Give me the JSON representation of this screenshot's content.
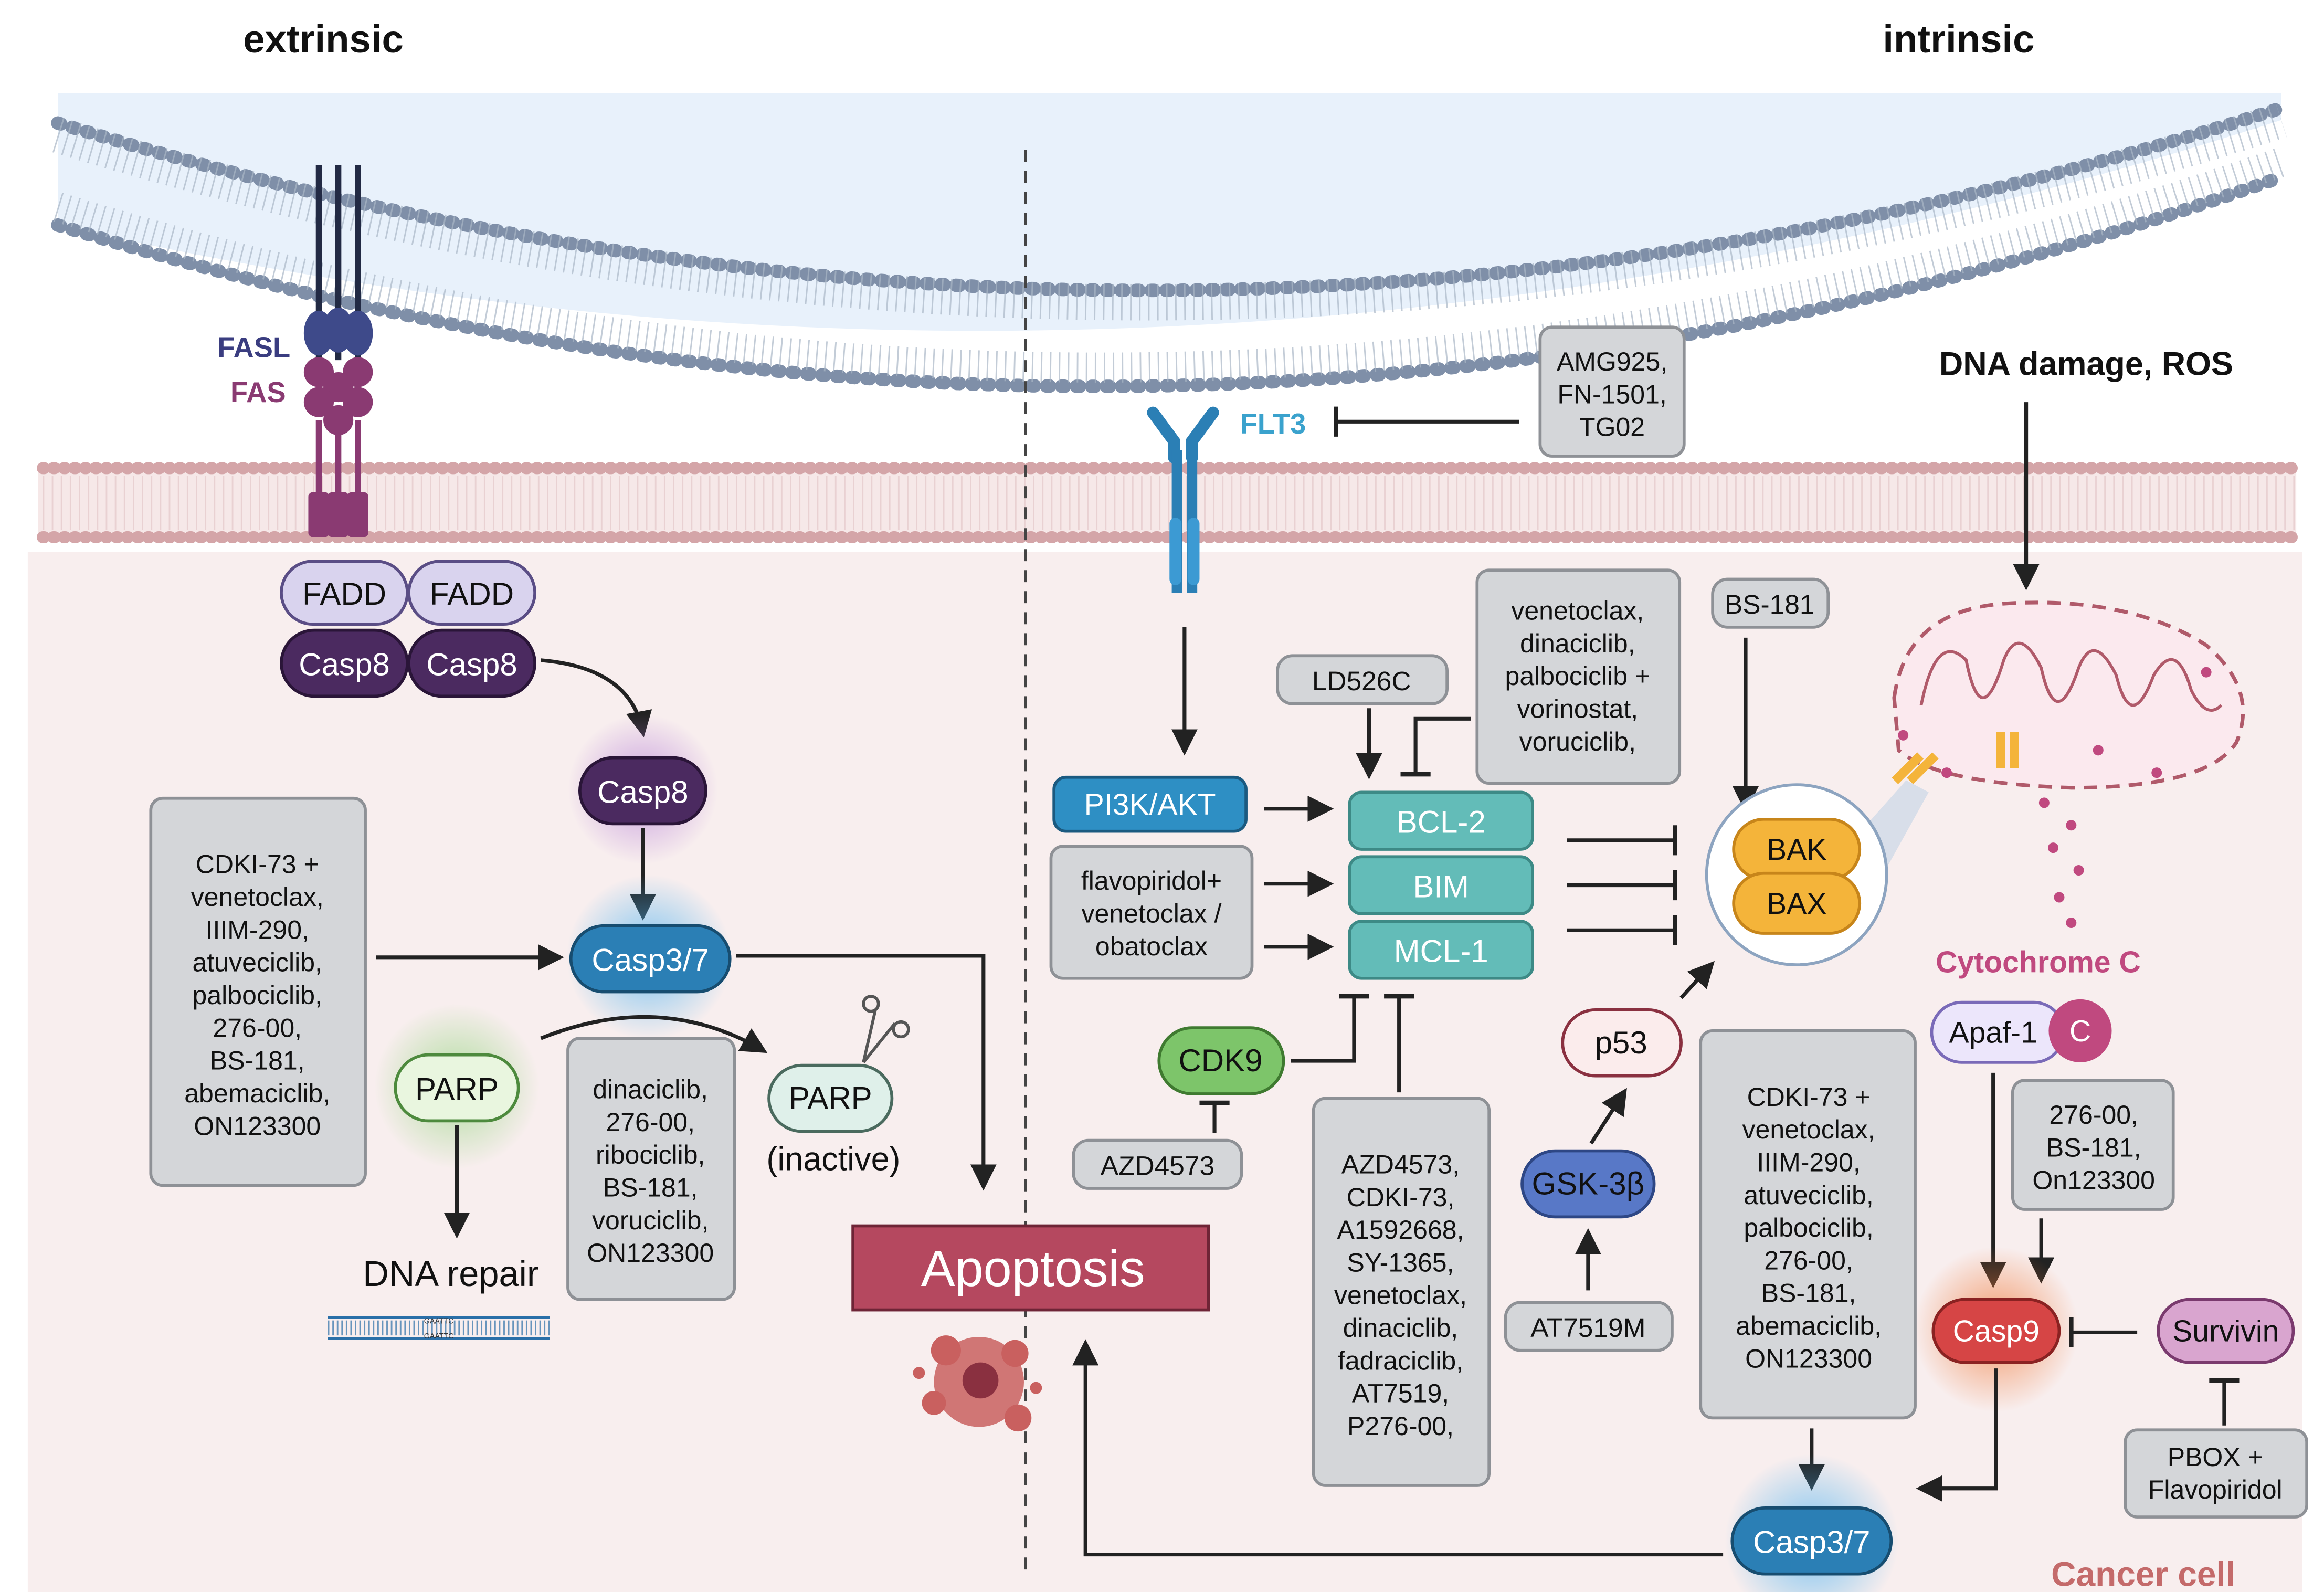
{
  "headers": {
    "extrinsic": "extrinsic",
    "intrinsic": "intrinsic"
  },
  "labels": {
    "fasl": "FASL",
    "fas": "FAS",
    "flt3": "FLT3",
    "dna_damage": "DNA damage, ROS",
    "cytochrome_c": "Cytochrome C",
    "cancer_cell": "Cancer cell",
    "dna_repair": "DNA repair",
    "parp_inactive": "(inactive)",
    "dna_seq": "GAATTC"
  },
  "nodes": {
    "fadd_1": "FADD",
    "fadd_2": "FADD",
    "casp8_1": "Casp8",
    "casp8_2": "Casp8",
    "casp8_active": "Casp8",
    "casp37_left": "Casp3/7",
    "parp": "PARP",
    "parp_cleaved": "PARP",
    "apoptosis": "Apoptosis",
    "pi3k_akt": "PI3K/AKT",
    "bcl2": "BCL-2",
    "bim": "BIM",
    "mcl1": "MCL-1",
    "cdk9": "CDK9",
    "p53": "p53",
    "gsk3b": "GSK-3β",
    "bak": "BAK",
    "bax": "BAX",
    "apaf1": "Apaf-1",
    "c": "C",
    "casp9": "Casp9",
    "survivin": "Survivin",
    "casp37_right": "Casp3/7"
  },
  "drug_boxes": {
    "extrinsic_combo": [
      "CDKI-73 +",
      "venetoclax,",
      "IIIM-290,",
      "atuveciclib,",
      "palbociclib,",
      "276-00,",
      "BS-181,",
      "abemaciclib,",
      "ON123300"
    ],
    "parp_inhib": [
      "dinaciclib,",
      "276-00,",
      "ribociclib,",
      "BS-181,",
      "voruciclib,",
      "ON123300"
    ],
    "flt3_inhib": [
      "AMG925,",
      "FN-1501,",
      "TG02"
    ],
    "ld526c": [
      "LD526C"
    ],
    "bcl2_inhib": [
      "venetoclax,",
      "dinaciclib,",
      "palbociclib +",
      "vorinostat,",
      "voruciclib,"
    ],
    "bs181": [
      "BS-181"
    ],
    "flavo": [
      "flavopiridol+",
      "venetoclax /",
      "obatoclax"
    ],
    "azd4573_small": [
      "AZD4573"
    ],
    "mcl1_inhib": [
      "AZD4573,",
      "CDKI-73,",
      "A1592668,",
      "SY-1365,",
      "venetoclax,",
      "dinaciclib,",
      "fadraciclib,",
      "AT7519,",
      "P276-00,"
    ],
    "at7519m": [
      "AT7519M"
    ],
    "intrinsic_combo": [
      "CDKI-73 +",
      "venetoclax,",
      "IIIM-290,",
      "atuveciclib,",
      "palbociclib,",
      "276-00,",
      "BS-181,",
      "abemaciclib,",
      "ON123300"
    ],
    "casp9_inhib": [
      "276-00,",
      "BS-181,",
      "On123300"
    ],
    "pbox": [
      "PBOX +",
      "Flavopiridol"
    ]
  },
  "colors": {
    "fadd": "#d9d3ee",
    "casp8": "#4b2a60",
    "casp37": "#2b7fb5",
    "bcl_family": "#63bcb8",
    "pi3k": "#2e8fc4",
    "cdk9": "#7dc56a",
    "apoptosis": "#b5485f",
    "bak_bax": "#f4b43a",
    "casp9": "#d64545",
    "survivin": "#d9a5cf",
    "drug_box": "#d4d6d9",
    "cytosol": "#f8eeee",
    "membrane_top": "#e6effa",
    "cytochrome_text": "#c0497f",
    "cancer_text": "#c46a6a",
    "flt3_text": "#3aa2cd",
    "fasl_text": "#3a3d80",
    "fas_text": "#8a3a72"
  }
}
